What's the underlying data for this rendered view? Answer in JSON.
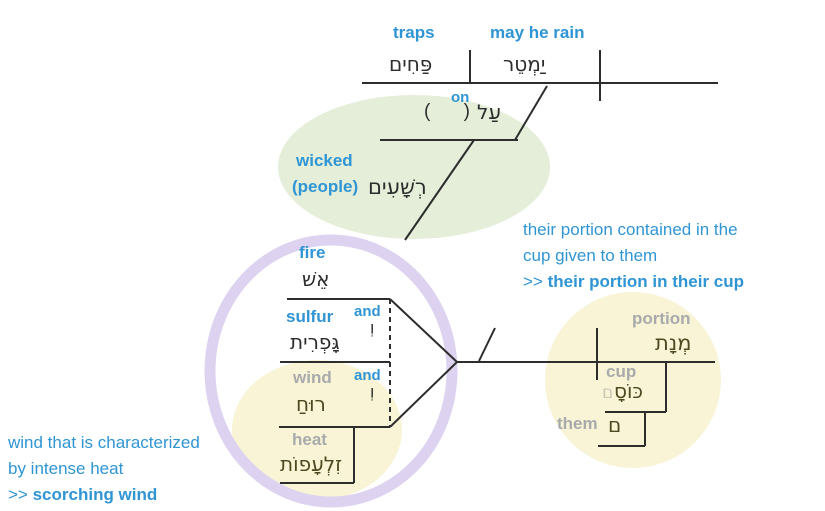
{
  "palette": {
    "blue": "#2f95d4",
    "gray_label": "#a8aaac",
    "olive_hebrew": "#4c4a20",
    "ink": "#2d2d2d",
    "green_fill": "#e4eed8",
    "yellow_fill": "#f8f4d5",
    "purple_ring": "#ddd3f0",
    "suffix_placeholder": "#c9c9b8"
  },
  "top_clause": {
    "object_gloss": "traps",
    "object_hebrew": "פַּחִים",
    "verb_gloss": "may he rain",
    "verb_hebrew": "יַמְטֵר"
  },
  "prep_phrase": {
    "prep_gloss": "on",
    "prep_hebrew": "עַל",
    "implied_object": "( )",
    "modifier_gloss_1": "wicked",
    "modifier_gloss_2": "(people)",
    "modifier_hebrew": "רְשָׁעִים"
  },
  "compound": {
    "fire_gloss": "fire",
    "fire_hebrew": "אֵשׁ",
    "sulfur_gloss": "sulfur",
    "sulfur_hebrew": "גָּפְרִית",
    "wind_gloss": "wind",
    "wind_hebrew": "רוּחַ",
    "and_gloss": "and",
    "and_hebrew": "וְ",
    "heat_gloss": "heat",
    "heat_hebrew": "זִלְעָפוֹת"
  },
  "portion_phrase": {
    "portion_gloss": "portion",
    "portion_hebrew": "מְנָת",
    "cup_gloss": "cup",
    "cup_hebrew": "כּוֹסָ",
    "cup_suffix_placeholder": "ם",
    "them_gloss": "them",
    "them_hebrew": "ם"
  },
  "note_right": {
    "line1": "their portion contained in the",
    "line2": "cup given to them",
    "arrow": ">>",
    "result": "their portion in their cup"
  },
  "note_left": {
    "line1": "wind that is characterized",
    "line2": "by intense heat",
    "arrow": ">>",
    "result": "scorching wind"
  }
}
